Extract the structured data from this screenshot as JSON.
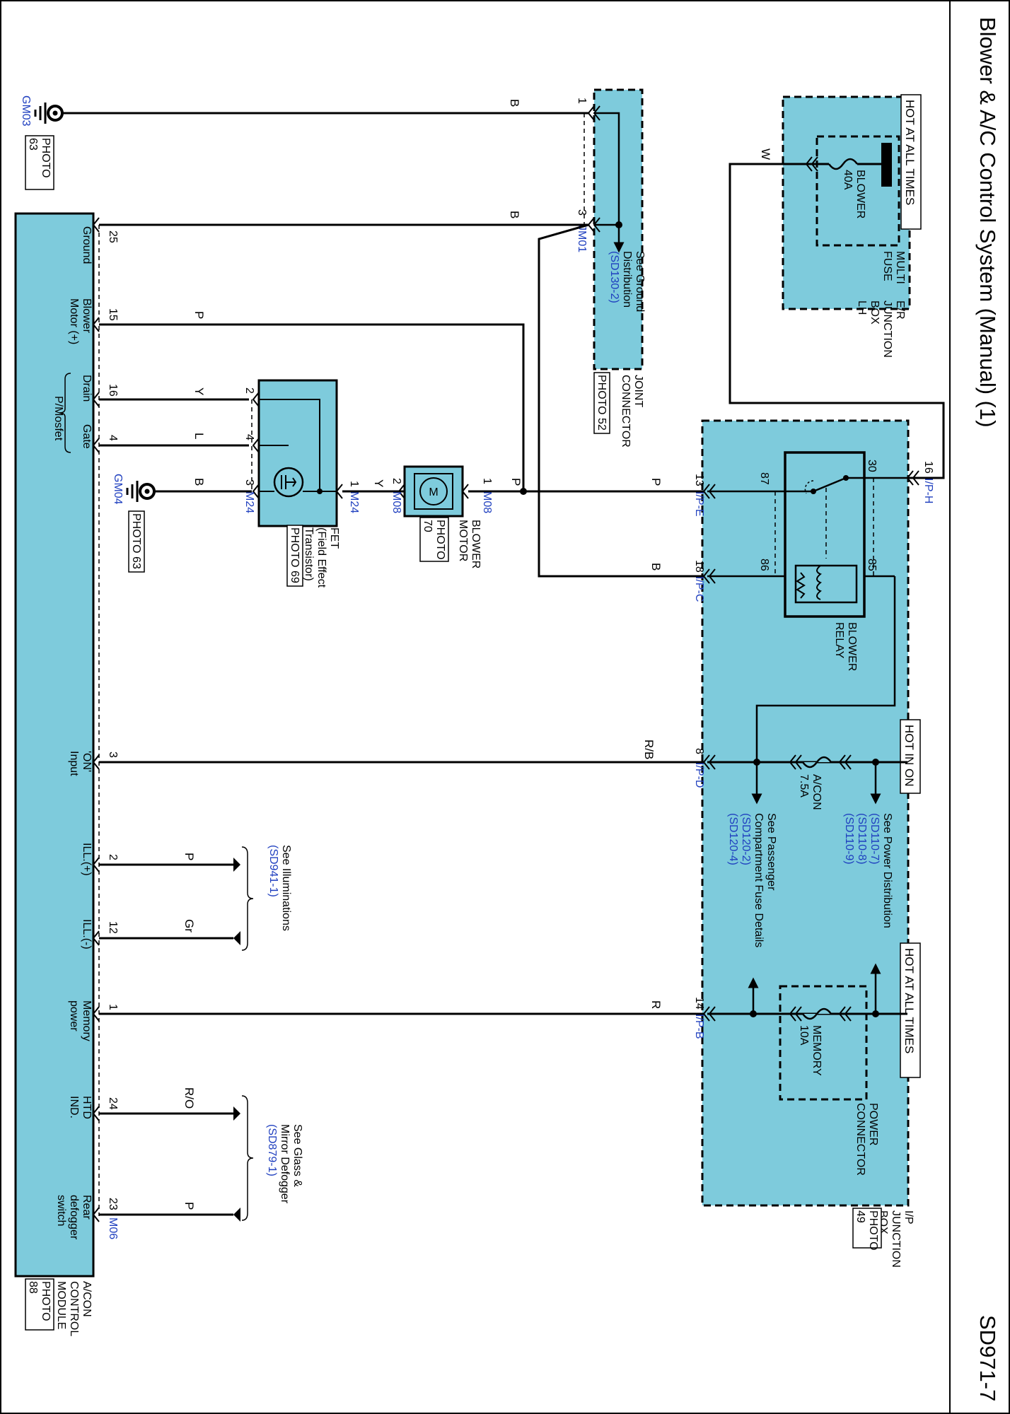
{
  "title": "Blower & A/C Control System (Manual) (1)",
  "page_code": "SD971-7",
  "colors": {
    "component_fill": "#7ecbdc",
    "wire": "#000000",
    "ref_link": "#1f3fbf",
    "background": "#ffffff"
  },
  "er_junction": {
    "hot_label": "HOT AT ALL TIMES",
    "name_lines": [
      "E/R",
      "JUNCTION",
      "BOX",
      "LH"
    ],
    "multi_fuse_lines": [
      "MULTI",
      "FUSE"
    ],
    "fuse_lines": [
      "BLOWER",
      "40A"
    ],
    "wire_color": "W"
  },
  "ip_junction": {
    "name_lines": [
      "I/P",
      "JUNCTION",
      "BOX"
    ],
    "photo_lines": [
      "PHOTO",
      "49"
    ],
    "relay_lines": [
      "BLOWER",
      "RELAY"
    ],
    "relay_pins": [
      "30",
      "87",
      "86",
      "85"
    ],
    "hot_in_on": "HOT IN ON",
    "hot_at_all_times": "HOT AT ALL TIMES",
    "acon_fuse_lines": [
      "A/CON",
      "7.5A"
    ],
    "memory_fuse_lines": [
      "MEMORY",
      "10A"
    ],
    "power_connector_lines": [
      "POWER",
      "CONNECTOR"
    ],
    "power_dist_lines": [
      "See Power Distribution"
    ],
    "power_dist_refs": [
      "(SD110-7)",
      "(SD110-8)",
      "(SD110-9)"
    ],
    "pass_fuse_lines": [
      "See Passenger",
      "Compartment Fuse Details"
    ],
    "pass_fuse_refs": [
      "(SD120-2)",
      "(SD120-4)"
    ],
    "connectors": [
      {
        "pin": "16",
        "id": "I/P-H"
      },
      {
        "pin": "13",
        "id": "I/P-E"
      },
      {
        "pin": "18",
        "id": "I/P-C"
      },
      {
        "pin": "8",
        "id": "I/P-D"
      },
      {
        "pin": "14",
        "id": "I/P-B"
      }
    ]
  },
  "joint_connector": {
    "name_lines": [
      "JOINT",
      "CONNECTOR"
    ],
    "photo": "PHOTO 52",
    "connector_id": "JM01",
    "pins": [
      "1",
      "3"
    ],
    "see_lines": [
      "See Ground",
      "Distribution"
    ],
    "see_ref": "(SD130-2)"
  },
  "grounds": [
    {
      "id": "GM03",
      "photo_lines": [
        "PHOTO",
        "63"
      ]
    },
    {
      "id": "GM04",
      "photo": "PHOTO 63"
    }
  ],
  "blower_motor": {
    "name_lines": [
      "BLOWER",
      "MOTOR"
    ],
    "photo_lines": [
      "PHOTO",
      "70"
    ],
    "symbol": "M",
    "connector_id": "M08",
    "pins": [
      "1",
      "2"
    ]
  },
  "fet": {
    "name_lines": [
      "FET",
      "(Field Effect",
      "Transistor)"
    ],
    "photo": "PHOTO 69",
    "connector_id": "M24",
    "pins": [
      "1",
      "2",
      "4",
      "3"
    ]
  },
  "acon_module": {
    "name_lines": [
      "A/CON",
      "CONTROL",
      "MODULE"
    ],
    "photo_lines": [
      "PHOTO",
      "88"
    ],
    "mosfet_label": "P/Mosfet",
    "connector_id": "M06",
    "pins": [
      {
        "pin": "25",
        "label_lines": [
          "Ground"
        ]
      },
      {
        "pin": "15",
        "label_lines": [
          "Blower",
          "Motor (+)"
        ]
      },
      {
        "pin": "16",
        "label_lines": [
          "Drain"
        ]
      },
      {
        "pin": "4",
        "label_lines": [
          "Gate"
        ]
      },
      {
        "pin": "3",
        "label_lines": [
          "'ON'",
          "Input"
        ]
      },
      {
        "pin": "2",
        "label_lines": [
          "ILL.(+)"
        ]
      },
      {
        "pin": "12",
        "label_lines": [
          "ILL.(-)"
        ]
      },
      {
        "pin": "1",
        "label_lines": [
          "Memory",
          "power"
        ]
      },
      {
        "pin": "24",
        "label_lines": [
          "HTD",
          "IND."
        ]
      },
      {
        "pin": "23",
        "label_lines": [
          "Rear",
          "defogger",
          "switch"
        ]
      }
    ]
  },
  "wire_colors": {
    "gm03": "B",
    "ground25": "B",
    "blower15": "P",
    "drain16": "Y",
    "gate4": "L",
    "fet_gnd": "B",
    "fet_motor": "Y",
    "motor_pos": "P",
    "ipe13": "P",
    "ipc18": "B",
    "ipd8": "R/B",
    "ill_pos": "P",
    "ill_neg": "Gr",
    "ipb14": "R",
    "htd": "R/O",
    "rear": "P"
  },
  "illuminations": {
    "see_line": "See Illuminations",
    "ref": "(SD941-1)"
  },
  "glass_defogger": {
    "see_lines": [
      "See Glass &",
      "Mirror Defogger"
    ],
    "ref": "(SD879-1)"
  }
}
